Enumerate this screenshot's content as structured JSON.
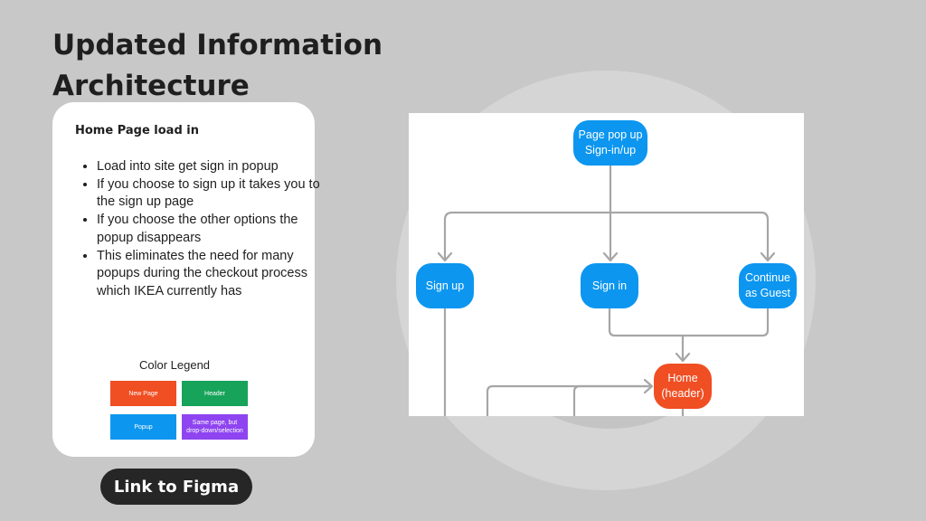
{
  "title_line1": "Updated Information",
  "title_line2": "Architecture",
  "card": {
    "heading": "Home Page load in",
    "bullets": [
      "Load into site get sign in popup",
      "If you choose to sign up it takes you to the sign up page",
      "If you choose the other options the popup disappears",
      "This eliminates the need for many popups during the checkout process which IKEA currently has"
    ]
  },
  "legend": {
    "title": "Color Legend",
    "items": [
      {
        "label": "New Page",
        "color": "#f04e23"
      },
      {
        "label": "Header",
        "color": "#17a35a"
      },
      {
        "label": "Popup",
        "color": "#0c96f0"
      },
      {
        "label": "Same page, but drop-down/selection",
        "color": "#8e44f0"
      }
    ]
  },
  "figma_button": "Link to Figma",
  "diagram": {
    "nodes": {
      "popup": {
        "line1": "Page pop up",
        "line2": "Sign-in/up",
        "color": "#0c96f0"
      },
      "signup": {
        "label": "Sign up",
        "color": "#0c96f0"
      },
      "signin": {
        "label": "Sign in",
        "color": "#0c96f0"
      },
      "guest": {
        "line1": "Continue",
        "line2": "as Guest",
        "color": "#0c96f0"
      },
      "home": {
        "line1": "Home",
        "line2": "(header)",
        "color": "#f04e23"
      }
    },
    "connector_color": "#a6a6a6"
  }
}
